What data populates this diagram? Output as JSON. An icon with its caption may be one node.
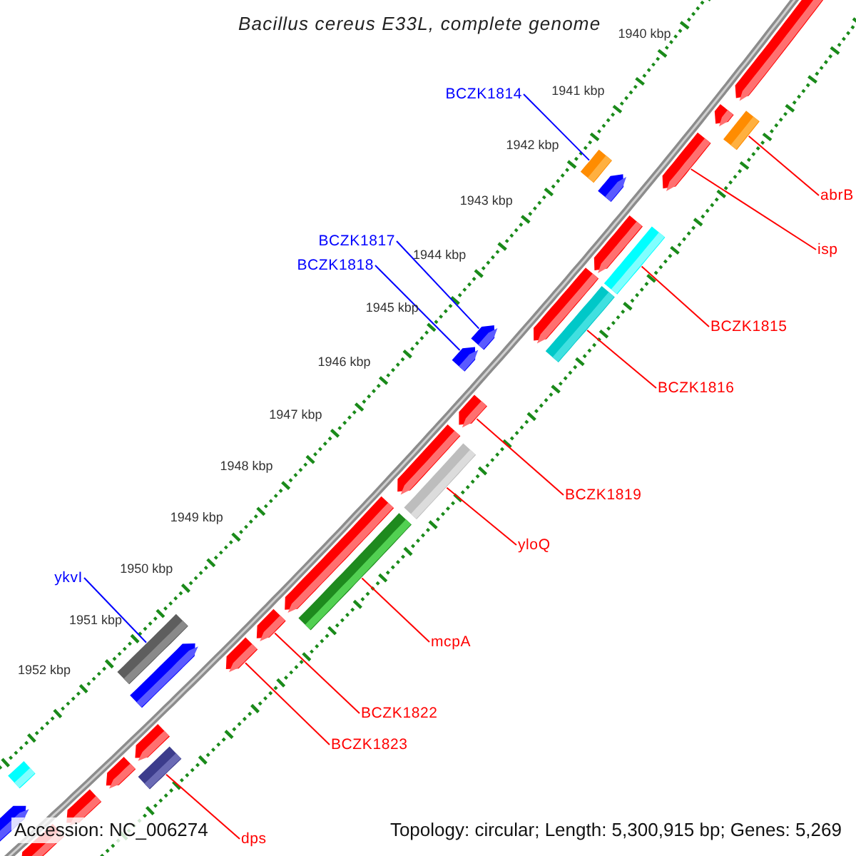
{
  "diagram": {
    "title": "Bacillus cereus E33L, complete genome",
    "nodes": [
      {
        "text": [
          "BCZK1814"
        ]
      },
      {
        "text": [
          "abrB"
        ]
      },
      {
        "text": [
          "isp"
        ]
      },
      {
        "text": [
          "BCZK1817"
        ]
      },
      {
        "text": [
          "BCZK1818"
        ]
      },
      {
        "text": [
          "BCZK1815"
        ]
      },
      {
        "text": [
          "BCZK1816"
        ]
      },
      {
        "text": [
          "BCZK1819"
        ]
      },
      {
        "text": [
          "yloQ"
        ]
      },
      {
        "text": [
          "ykvI"
        ]
      },
      {
        "text": [
          "mcpA"
        ]
      },
      {
        "text": [
          "BCZK1822"
        ]
      },
      {
        "text": [
          "BCZK1823"
        ]
      },
      {
        "text": [
          "dps"
        ]
      },
      {
        "text": [],
        "shape": "bar"
      },
      {
        "text": [],
        "shape": "bar"
      },
      {
        "text": [],
        "shape": "bar"
      },
      {
        "text": [],
        "shape": "bar"
      },
      {
        "text": [],
        "shape": "bar"
      },
      {
        "text": [],
        "shape": "bar"
      },
      {
        "text": [],
        "shape": "bar"
      },
      {
        "text": [],
        "shape": "bar"
      },
      {
        "text": [],
        "shape": "bar"
      },
      {
        "text": [],
        "shape": "bar"
      },
      {
        "text": [],
        "shape": "bar"
      },
      {
        "text": [],
        "shape": "bar"
      },
      {
        "text": [],
        "shape": "bar"
      },
      {
        "text": [],
        "shape": "bar"
      },
      {
        "text": [],
        "shape": "bar"
      },
      {
        "text": [],
        "shape": "bar"
      },
      {
        "text": [],
        "shape": "bar"
      },
      {
        "text": [],
        "shape": "bar"
      },
      {
        "text": [],
        "shape": "bar"
      },
      {
        "text": [],
        "shape": "bar"
      },
      {
        "text": [],
        "shape": "bar"
      },
      {
        "text": [],
        "shape": "bar"
      },
      {
        "text": [],
        "shape": "bar"
      },
      {
        "text": [],
        "shape": "bar"
      },
      {
        "text": [],
        "shape": "bar"
      },
      {
        "text": [],
        "shape": "bar"
      },
      {
        "text": [],
        "shape": "bar"
      },
      {
        "text": [],
        "shape": "bar"
      }
    ],
    "edges": [
      {
        "from": 0,
        "to": 18,
        "arrow": "none",
        "color": "#0000ff"
      },
      {
        "from": 1,
        "to": 15,
        "arrow": "none"
      },
      {
        "from": 2,
        "to": 17,
        "arrow": "none"
      },
      {
        "from": 3,
        "to": 24,
        "arrow": "none",
        "color": "#0000ff"
      },
      {
        "from": 4,
        "to": 25,
        "arrow": "none",
        "color": "#0000ff"
      },
      {
        "from": 5,
        "to": 20,
        "arrow": "none"
      },
      {
        "from": 6,
        "to": 23,
        "arrow": "none"
      },
      {
        "from": 7,
        "to": 26,
        "arrow": "none"
      },
      {
        "from": 8,
        "to": 28,
        "arrow": "none"
      },
      {
        "from": 9,
        "to": 33,
        "arrow": "none",
        "color": "#0000ff"
      },
      {
        "from": 10,
        "to": 30,
        "arrow": "none"
      },
      {
        "from": 11,
        "to": 31,
        "arrow": "none"
      },
      {
        "from": 12,
        "to": 32,
        "arrow": "none"
      },
      {
        "from": 13,
        "to": 36,
        "arrow": "none"
      }
    ],
    "labels": [
      "1940 kbp",
      "1941 kbp",
      "1942 kbp",
      "1943 kbp",
      "1944 kbp",
      "1945 kbp",
      "1946 kbp",
      "1947 kbp",
      "1948 kbp",
      "1949 kbp",
      "1950 kbp",
      "1951 kbp",
      "1952 kbp",
      "Accession: NC_006274",
      "Topology: circular; Length: 5,300,915 bp; Genes: 5,269"
    ]
  }
}
